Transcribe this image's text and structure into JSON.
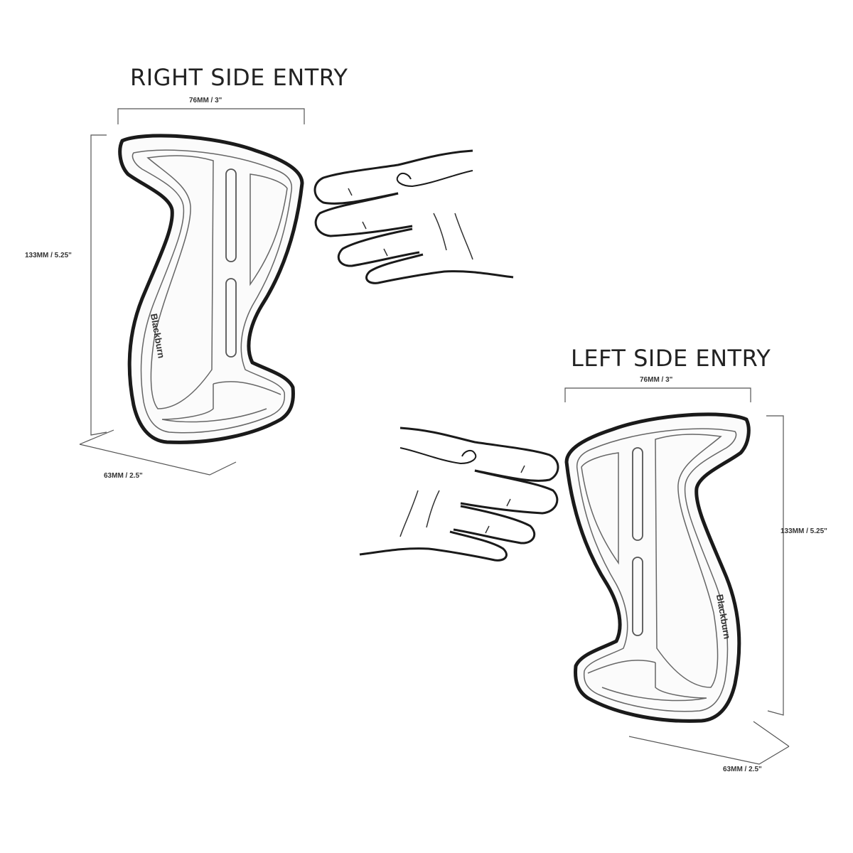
{
  "right": {
    "title": "RIGHT SIDE ENTRY",
    "width": "76MM / 3\"",
    "height": "133MM / 5.25\"",
    "depth": "63MM / 2.5\"",
    "brand": "Blackburn"
  },
  "left": {
    "title": "LEFT SIDE ENTRY",
    "width": "76MM / 3\"",
    "height": "133MM / 5.25\"",
    "depth": "63MM / 2.5\"",
    "brand": "Blackburn"
  }
}
